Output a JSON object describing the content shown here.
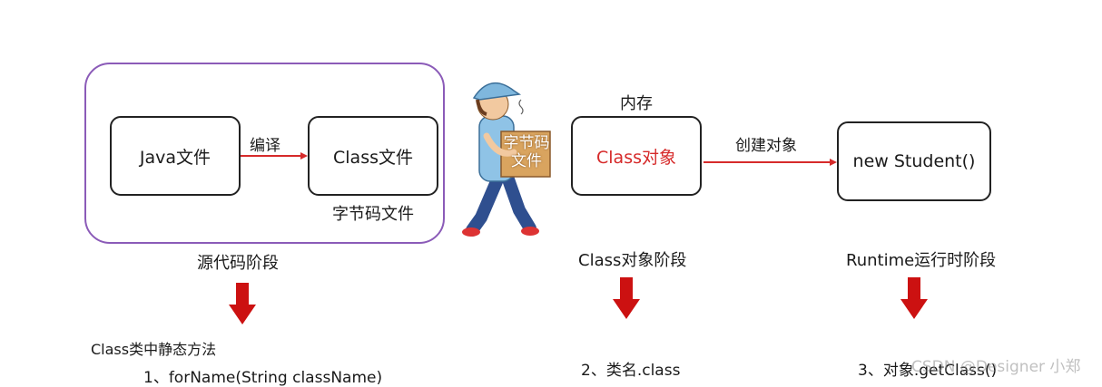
{
  "stages": {
    "source": {
      "java_file": "Java文件",
      "compile_label": "编译",
      "class_file": "Class文件",
      "bytecode_caption": "字节码文件",
      "stage_title": "源代码阶段"
    },
    "courier": {
      "box_text_line1": "字节码",
      "box_text_line2": "文件"
    },
    "class_object": {
      "memory_label": "内存",
      "box_text": "Class对象",
      "create_label": "创建对象",
      "stage_title": "Class对象阶段"
    },
    "runtime": {
      "box_text": "new Student()",
      "stage_title": "Runtime运行时阶段"
    }
  },
  "methods": {
    "static_heading": "Class类中静态方法",
    "method1": "1、forName(String className)",
    "method2": "2、类名.class",
    "method3": "3、对象.getClass()"
  },
  "watermark": "CSDN @Designer 小郑",
  "colors": {
    "frame": "#8b5bb8",
    "arrow_red": "#d62a2a",
    "down_arrow": "#cc1111"
  }
}
